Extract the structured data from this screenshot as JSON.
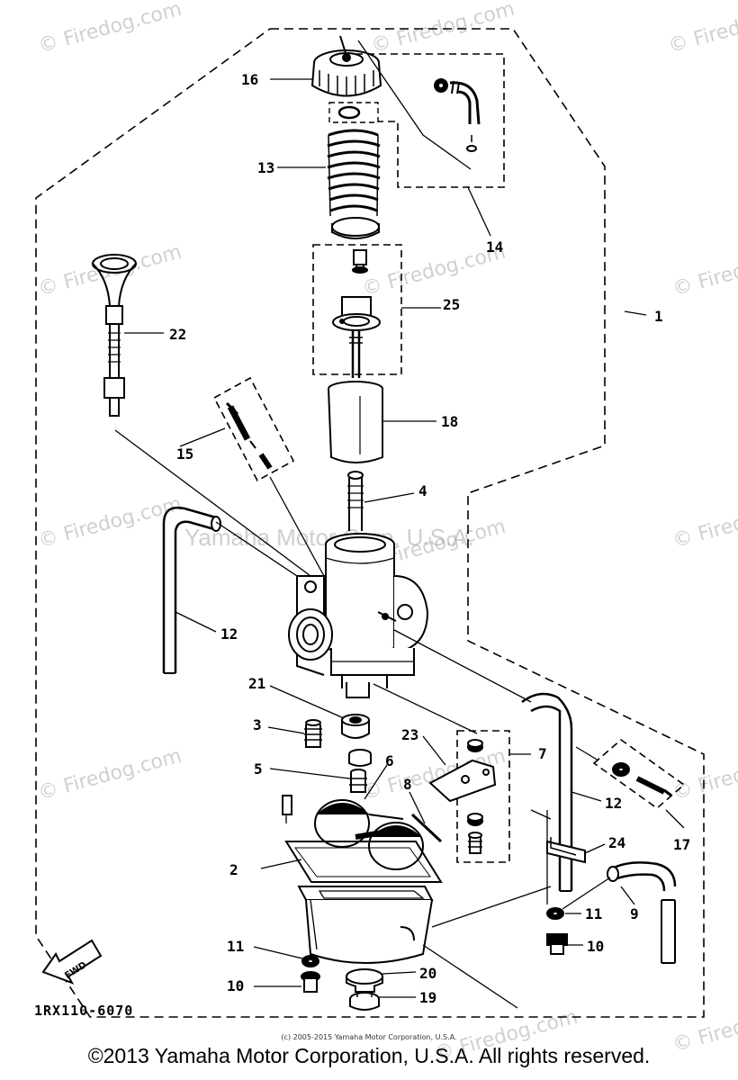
{
  "diagram": {
    "callouts": [
      {
        "id": "c16",
        "label": "16"
      },
      {
        "id": "c13",
        "label": "13"
      },
      {
        "id": "c14",
        "label": "14"
      },
      {
        "id": "c25",
        "label": "25"
      },
      {
        "id": "c1",
        "label": "1"
      },
      {
        "id": "c22",
        "label": "22"
      },
      {
        "id": "c18",
        "label": "18"
      },
      {
        "id": "c15",
        "label": "15"
      },
      {
        "id": "c4",
        "label": "4"
      },
      {
        "id": "c12a",
        "label": "12"
      },
      {
        "id": "c21",
        "label": "21"
      },
      {
        "id": "c3",
        "label": "3"
      },
      {
        "id": "c23",
        "label": "23"
      },
      {
        "id": "c7",
        "label": "7"
      },
      {
        "id": "c5",
        "label": "5"
      },
      {
        "id": "c6",
        "label": "6"
      },
      {
        "id": "c8",
        "label": "8"
      },
      {
        "id": "c12b",
        "label": "12"
      },
      {
        "id": "c24",
        "label": "24"
      },
      {
        "id": "c17",
        "label": "17"
      },
      {
        "id": "c2",
        "label": "2"
      },
      {
        "id": "c11a",
        "label": "11"
      },
      {
        "id": "c9",
        "label": "9"
      },
      {
        "id": "c11b",
        "label": "11"
      },
      {
        "id": "c10a",
        "label": "10"
      },
      {
        "id": "c20",
        "label": "20"
      },
      {
        "id": "c10b",
        "label": "10"
      },
      {
        "id": "c19",
        "label": "19"
      }
    ],
    "fwd_label": "FWD",
    "drawing_code": "1RX110-6070",
    "center_watermark": "Yamaha Motor Corp, U.S.A.",
    "watermark_text": "© Firedog.com",
    "small_copyright": "(c) 2005-2015 Yamaha Motor Corporation, U.S.A.",
    "footer_copyright": "©2013 Yamaha Motor Corporation, U.S.A. All rights reserved."
  }
}
